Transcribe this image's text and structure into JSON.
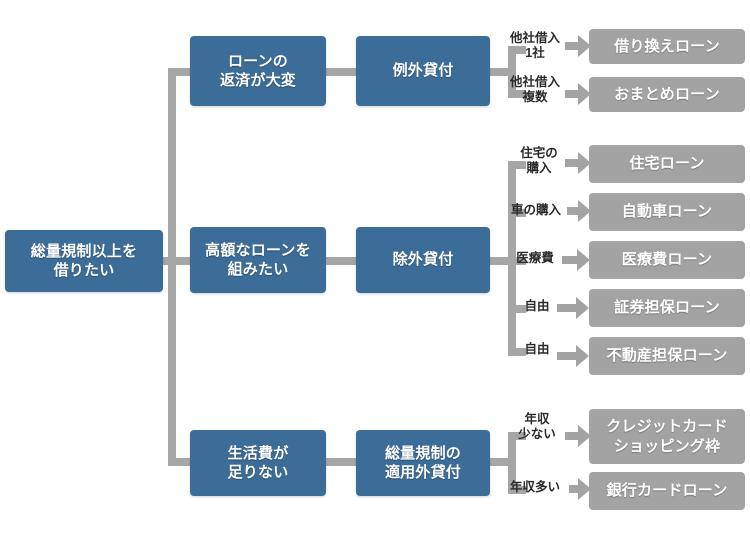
{
  "diagram": {
    "type": "flowchart",
    "title_present": false,
    "colors": {
      "primary_node": "#3c6d99",
      "result_node": "#a3a3a3",
      "connector": "#a6a6a6",
      "node_text": "#ffffff",
      "label_text": "#2b2b2b",
      "background": "#ffffff"
    },
    "root": {
      "label": "総量規制以上を\n借りたい"
    },
    "branches": [
      {
        "reason": {
          "label": "ローンの\n返済が大変"
        },
        "category": {
          "label": "例外貸付"
        },
        "results": [
          {
            "edge_label": "他社借入\n1社",
            "label": "借り換えローン"
          },
          {
            "edge_label": "他社借入\n複数",
            "label": "おまとめローン"
          }
        ]
      },
      {
        "reason": {
          "label": "高額なローンを\n組みたい"
        },
        "category": {
          "label": "除外貸付"
        },
        "results": [
          {
            "edge_label": "住宅の\n購入",
            "label": "住宅ローン"
          },
          {
            "edge_label": "車の購入",
            "label": "自動車ローン"
          },
          {
            "edge_label": "医療費",
            "label": "医療費ローン"
          },
          {
            "edge_label": "自由",
            "label": "証券担保ローン"
          },
          {
            "edge_label": "自由",
            "label": "不動産担保ローン"
          }
        ]
      },
      {
        "reason": {
          "label": "生活費が\n足りない"
        },
        "category": {
          "label": "総量規制の\n適用外貸付"
        },
        "results": [
          {
            "edge_label": "年収\n少ない",
            "label": "クレジットカード\nショッピング枠"
          },
          {
            "edge_label": "年収多い",
            "label": "銀行カードローン"
          }
        ]
      }
    ]
  }
}
